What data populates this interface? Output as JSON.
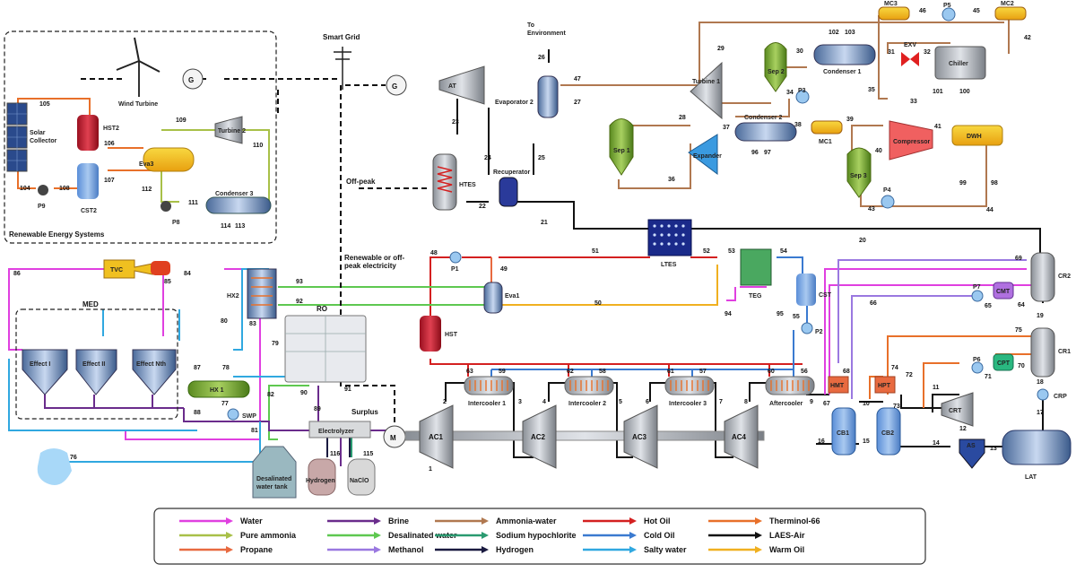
{
  "labels": {
    "smart_grid": "Smart Grid",
    "to_environment": "To\nEnvironment",
    "res": "Renewable Energy Systems",
    "wind": "Wind Turbine",
    "solar": "Solar\nCollector",
    "hst2": "HST2",
    "cst2": "CST2",
    "eva3": "Eva3",
    "turbine2": "Turbine 2",
    "condenser3": "Condenser 3",
    "p9": "P9",
    "p8": "P8",
    "at": "AT",
    "evaporator2": "Evaporator 2",
    "htes": "HTES",
    "recuperator": "Recuperator",
    "offpeak": "Off-peak",
    "turbine1": "Turbine 1",
    "sep1": "Sep 1",
    "sep2": "Sep 2",
    "sep3": "Sep 3",
    "condenser1": "Condenser 1",
    "condenser2": "Condenser 2",
    "expander": "Expander",
    "compressor": "Compressor",
    "chiller": "Chiller",
    "dwh": "DWH",
    "exv": "EXV",
    "mc1": "MC1",
    "mc2": "MC2",
    "mc3": "MC3",
    "p3": "P3",
    "p4": "P4",
    "p5": "P5",
    "ltes": "LTES",
    "renew_offpeak": "Renewable or off-\npeak electricity",
    "p1": "P1",
    "eva1": "Eva1",
    "teg": "TEG",
    "cst": "CST",
    "p2": "P2",
    "hst": "HST",
    "tvc": "TVC",
    "med": "MED",
    "hx2": "HX2",
    "effect1": "Effect I",
    "effect2": "Effect II",
    "effectn": "Effect Nth",
    "hx1": "HX 1",
    "swp": "SWP",
    "ro": "RO",
    "surplus": "Surplus",
    "electrolyzer": "Electrolyzer",
    "desal_tank": "Desalinated\nwater tank",
    "hydrogen": "Hydrogen",
    "naclo": "NaClO",
    "motor": "M",
    "ac1": "AC1",
    "ac2": "AC2",
    "ac3": "AC3",
    "ac4": "AC4",
    "ic1": "Intercooler 1",
    "ic2": "Intercooler 2",
    "ic3": "Intercooler 3",
    "aftercooler": "Aftercooler",
    "hmt": "HMT",
    "hpt": "HPT",
    "cb1": "CB1",
    "cb2": "CB2",
    "crt": "CRT",
    "as": "AS",
    "lat": "LAT",
    "cr1": "CR1",
    "cr2": "CR2",
    "crp": "CRP",
    "cmt": "CMT",
    "cpt": "CPT",
    "p6": "P6",
    "p7": "P7"
  },
  "streams": [
    "1",
    "2",
    "3",
    "4",
    "5",
    "6",
    "7",
    "8",
    "9",
    "10",
    "11",
    "12",
    "13",
    "14",
    "15",
    "16",
    "17",
    "18",
    "19",
    "20",
    "21",
    "22",
    "23",
    "24",
    "25",
    "26",
    "27",
    "28",
    "29",
    "30",
    "31",
    "32",
    "33",
    "34",
    "35",
    "36",
    "37",
    "38",
    "39",
    "40",
    "41",
    "42",
    "43",
    "44",
    "45",
    "46",
    "47",
    "48",
    "49",
    "50",
    "51",
    "52",
    "53",
    "54",
    "55",
    "56",
    "57",
    "58",
    "59",
    "60",
    "61",
    "62",
    "63",
    "64",
    "65",
    "66",
    "67",
    "68",
    "69",
    "70",
    "71",
    "72",
    "73",
    "74",
    "75",
    "76",
    "77",
    "78",
    "79",
    "80",
    "81",
    "82",
    "83",
    "84",
    "85",
    "86",
    "87",
    "88",
    "89",
    "90",
    "91",
    "92",
    "93",
    "94",
    "95",
    "96",
    "97",
    "98",
    "99",
    "100",
    "101",
    "102",
    "103",
    "104",
    "105",
    "106",
    "107",
    "108",
    "109",
    "110",
    "111",
    "112",
    "113",
    "114",
    "115",
    "116"
  ],
  "legend": [
    {
      "label": "Water",
      "color": "#e040e0"
    },
    {
      "label": "Brine",
      "color": "#6a2c8c"
    },
    {
      "label": "Ammonia-water",
      "color": "#b07850"
    },
    {
      "label": "Hot Oil",
      "color": "#d42020"
    },
    {
      "label": "Therminol-66",
      "color": "#e8702a"
    },
    {
      "label": "Pure ammonia",
      "color": "#a8c048"
    },
    {
      "label": "Desalinated water",
      "color": "#5ec850"
    },
    {
      "label": "Sodium hypochlorite",
      "color": "#2a9a70"
    },
    {
      "label": "Cold Oil",
      "color": "#3a7ad0"
    },
    {
      "label": "LAES-Air",
      "color": "#111111"
    },
    {
      "label": "Propane",
      "color": "#e86a40"
    },
    {
      "label": "Methanol",
      "color": "#9a78e0"
    },
    {
      "label": "Hydrogen",
      "color": "#1a1a40"
    },
    {
      "label": "Salty water",
      "color": "#30a8e0"
    },
    {
      "label": "Warm Oil",
      "color": "#f0b020"
    }
  ]
}
